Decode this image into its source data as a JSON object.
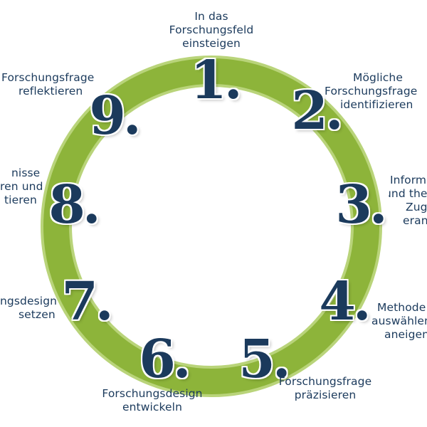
{
  "diagram": {
    "ring_color": "#8db43a",
    "ring_outline_color": "#b9d47a",
    "number_color": "#1b3a5c",
    "label_color": "#1b3a5c",
    "steps": [
      {
        "number": "1",
        "dot": ".",
        "label_lines": [
          "In das",
          "Forschungsfeld",
          "einsteigen"
        ]
      },
      {
        "number": "2",
        "dot": ".",
        "label_lines": [
          "Mögliche",
          "Forschungsfrage",
          "identifizieren"
        ]
      },
      {
        "number": "3",
        "dot": ".",
        "label_lines": [
          "Inform",
          "und the",
          "Zug",
          "eran"
        ]
      },
      {
        "number": "4",
        "dot": ".",
        "label_lines": [
          "Methode",
          "auswählen",
          "aneigen"
        ]
      },
      {
        "number": "5",
        "dot": ".",
        "label_lines": [
          "Forschungsfrage",
          "präzisieren"
        ]
      },
      {
        "number": "6",
        "dot": ".",
        "label_lines": [
          "Forschungsdesign",
          "entwickeln"
        ]
      },
      {
        "number": "7",
        "dot": ".",
        "label_lines": [
          "ngsdesign",
          "setzen"
        ]
      },
      {
        "number": "8",
        "dot": ".",
        "label_lines": [
          "nisse",
          "ren und",
          "tieren"
        ]
      },
      {
        "number": "9",
        "dot": ".",
        "label_lines": [
          "Forschungsfrage",
          "reflektieren"
        ]
      }
    ]
  }
}
